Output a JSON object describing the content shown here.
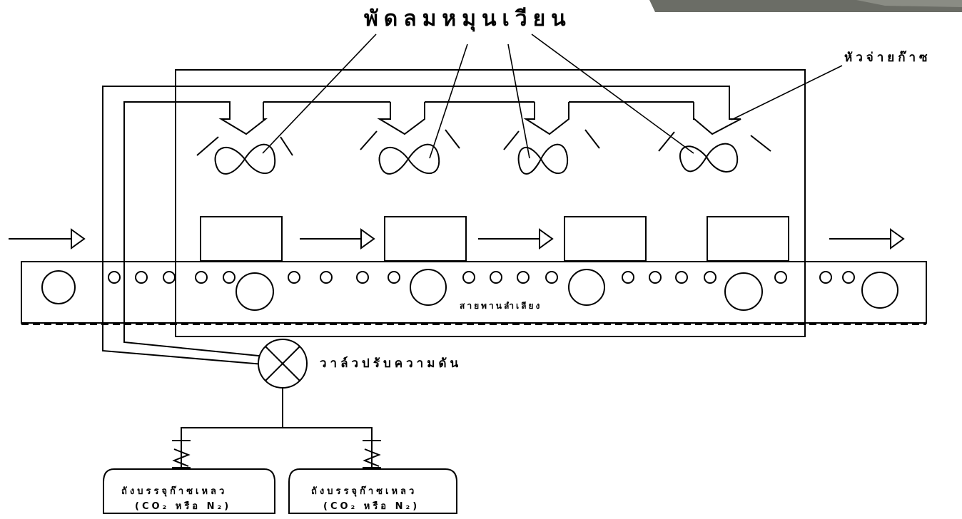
{
  "labels": {
    "fans_title": "พัดลมหมุนเวียน",
    "gas_nozzle": "หัวจ่ายก๊าซ",
    "conveyor": "สายพานลำเลียง",
    "pressure_valve": "วาล์วปรับความดัน",
    "tank_left_line1": "ถังบรรจุก๊าซเหลว",
    "tank_left_line2": "(CO₂ หรือ N₂)",
    "tank_right_line1": "ถังบรรจุก๊าซเหลว",
    "tank_right_line2": "(CO₂ หรือ N₂)"
  },
  "colors": {
    "line": "#000000",
    "background": "#ffffff",
    "photo_corner": "#6b6d66"
  },
  "icons": {
    "fan": "figure-eight-fan-icon",
    "valve": "circle-x-valve-icon",
    "arrow": "hollow-triangle-arrow-icon"
  }
}
